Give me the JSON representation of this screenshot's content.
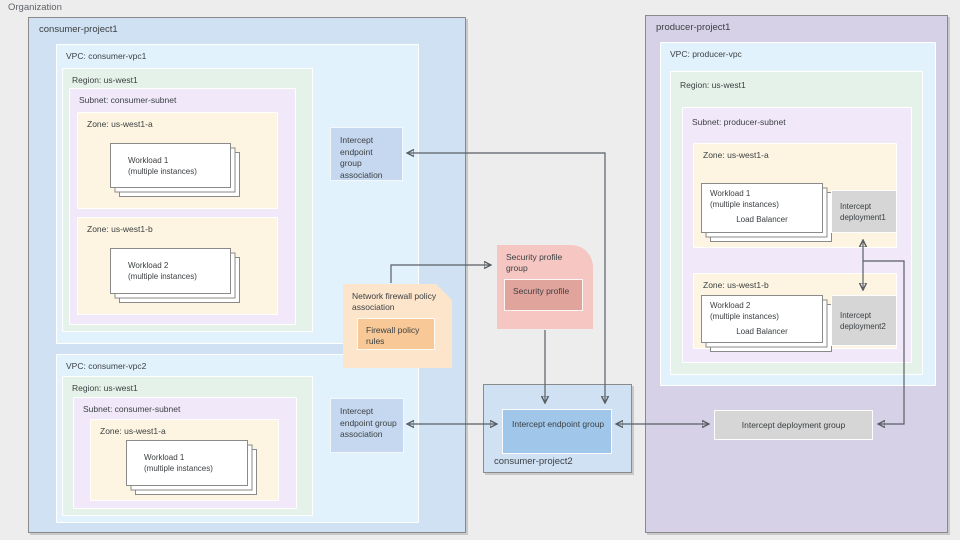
{
  "organization": {
    "label": "Organization"
  },
  "consumer_project1": {
    "title": "consumer-project1",
    "vpc1": {
      "label": "VPC: consumer-vpc1",
      "region_label": "Region: us-west1",
      "subnet_label": "Subnet: consumer-subnet",
      "zone_a": {
        "label": "Zone: us-west1-a",
        "workload_line1": "Workload 1",
        "workload_line2": "(multiple instances)"
      },
      "zone_b": {
        "label": "Zone: us-west1-b",
        "workload_line1": "Workload 2",
        "workload_line2": "(multiple instances)"
      }
    },
    "vpc2": {
      "label": "VPC: consumer-vpc2",
      "region_label": "Region: us-west1",
      "subnet_label": "Subnet: consumer-subnet",
      "zone_a": {
        "label": "Zone: us-west1-a",
        "workload_line1": "Workload 1",
        "workload_line2": "(multiple instances)"
      }
    },
    "endpoint_group_association1": "Intercept endpoint group association",
    "endpoint_group_association2": "Intercept endpoint group association"
  },
  "firewall": {
    "title": "Network firewall policy association",
    "rules": "Firewall policy rules"
  },
  "security": {
    "title": "Security profile group",
    "profile": "Security profile"
  },
  "consumer_project2": {
    "title": "consumer-project2",
    "endpoint_group": "Intercept endpoint group"
  },
  "producer_project1": {
    "title": "producer-project1",
    "vpc": {
      "label": "VPC: producer-vpc",
      "region_label": "Region: us-west1",
      "subnet_label": "Subnet: producer-subnet",
      "zone_a": {
        "label": "Zone: us-west1-a",
        "workload_line1": "Workload 1",
        "workload_line2": "(multiple instances)",
        "lb": "Load Balancer",
        "deployment": "Intercept deployment1"
      },
      "zone_b": {
        "label": "Zone: us-west1-b",
        "workload_line1": "Workload 2",
        "workload_line2": "(multiple instances)",
        "lb": "Load Balancer",
        "deployment": "Intercept deployment2"
      }
    },
    "deployment_group": "Intercept deployment group"
  },
  "colors": {
    "background": "#ededed",
    "project_blue": "#cfe1f3",
    "vpc_blue": "#e2f2fd",
    "region_green": "#e5f2e9",
    "subnet_purple": "#f1e9fa",
    "zone_yellow": "#fdf5e1",
    "association_blue": "#c6d8ef",
    "firewall_light": "#fce5cb",
    "firewall_dark": "#f8c997",
    "security_light": "#f5c6c2",
    "security_dark": "#e1a49c",
    "endpoint_blue": "#a0c6ea",
    "deployment_gray": "#d6d6d6",
    "producer_purple": "#d7d1e7",
    "border_gray": "#8a8a8a",
    "arrow_gray": "#5a5f66"
  }
}
